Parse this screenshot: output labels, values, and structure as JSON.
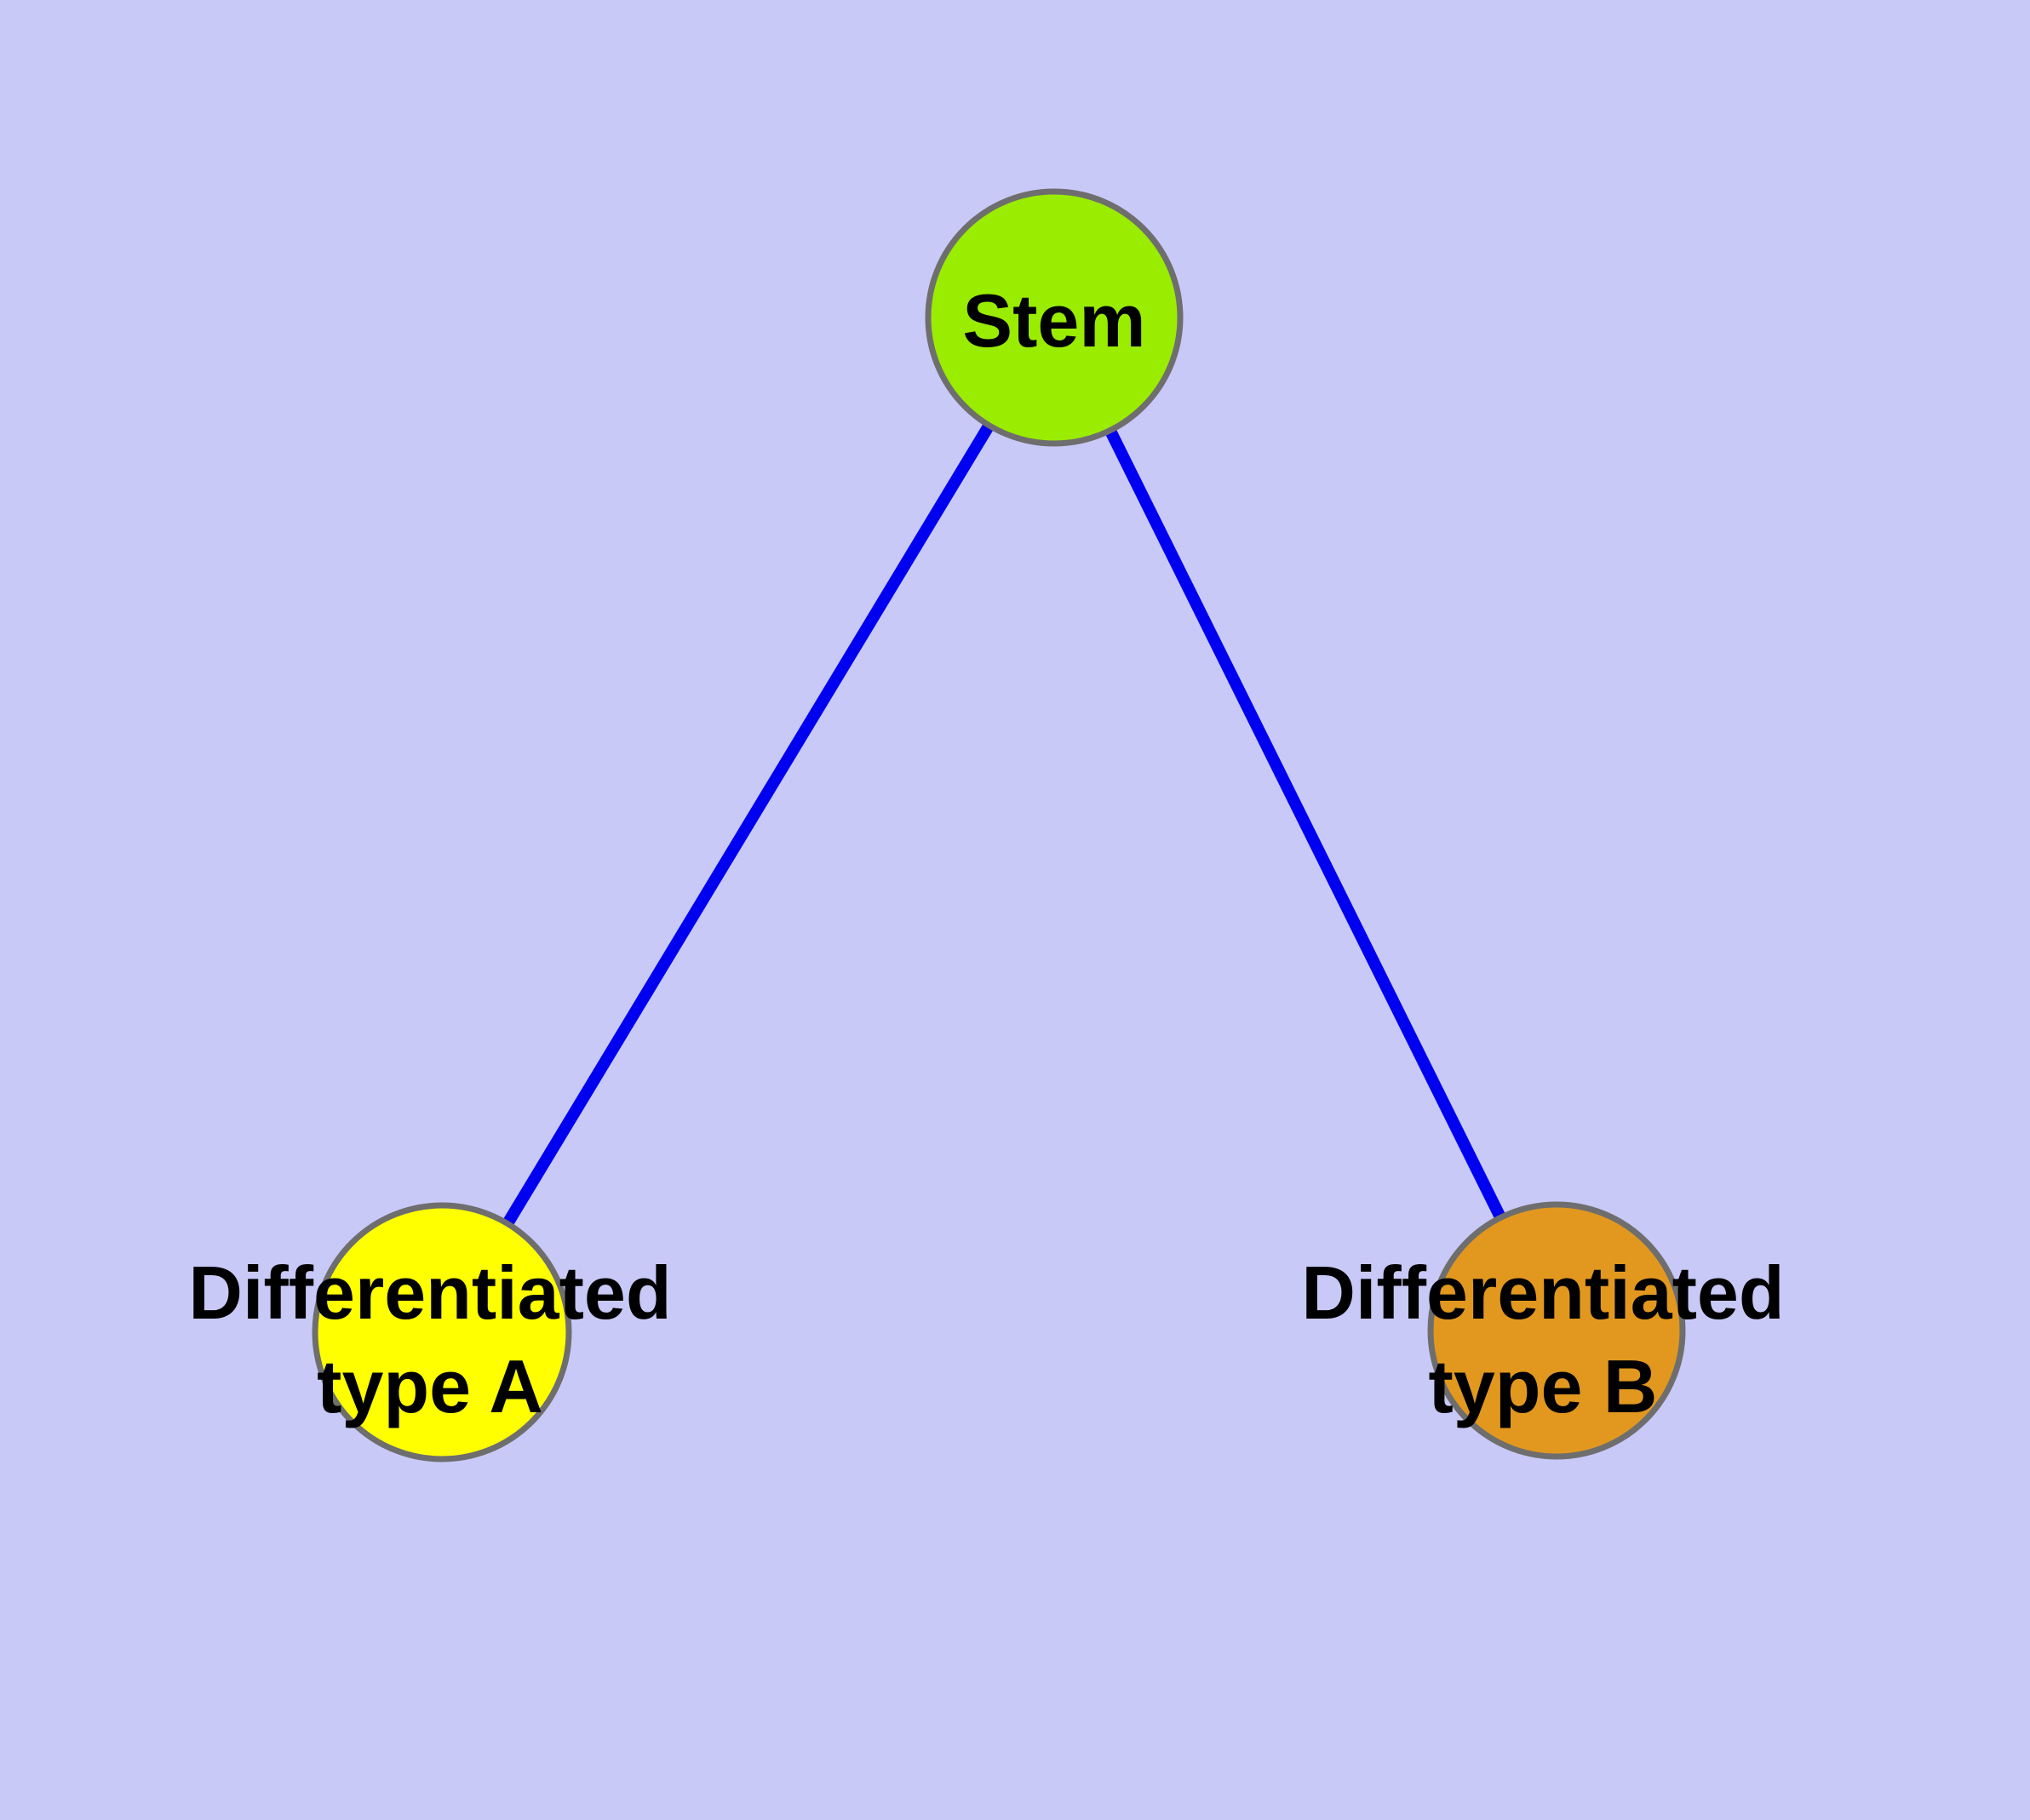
{
  "diagram": {
    "type": "graph",
    "background_color": "#C9C9F8",
    "edge_color": "#0000F0",
    "node_border_color": "#6E6E6E",
    "nodes": {
      "stem": {
        "label": "Stem",
        "fill": "#9AEC00"
      },
      "diff_a": {
        "label_line1": "Differentiated",
        "label_line2": "type A",
        "fill": "#FFFF00"
      },
      "diff_b": {
        "label_line1": "Differentiated",
        "label_line2": "type B",
        "fill": "#E2981F"
      }
    },
    "edges": [
      {
        "from": "Stem",
        "to": "Differentiated type A"
      },
      {
        "from": "Stem",
        "to": "Differentiated type B"
      }
    ]
  }
}
